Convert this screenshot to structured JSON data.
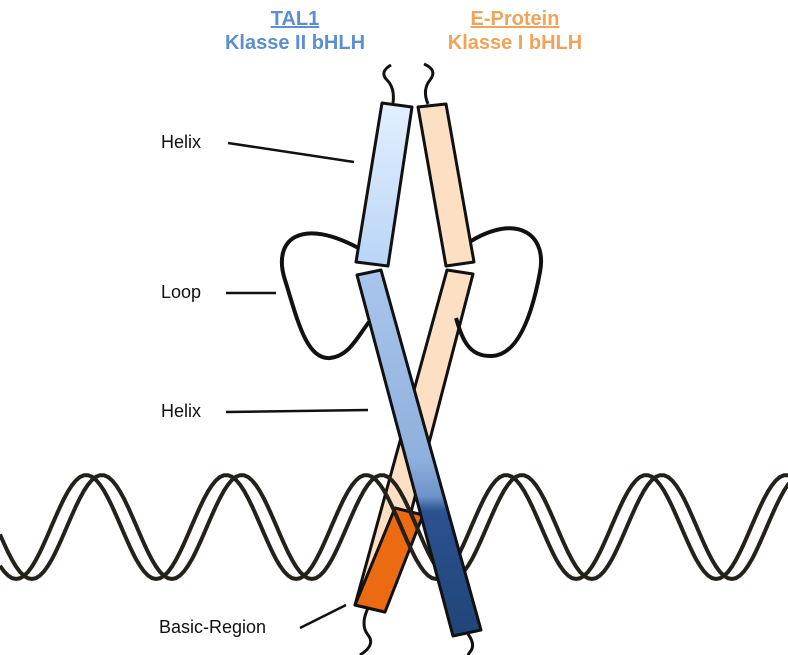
{
  "headings": {
    "tal1_name": "TAL1",
    "tal1_class": "Klasse II bHLH",
    "eprotein_name": "E-Protein",
    "eprotein_class": "Klasse I bHLH"
  },
  "labels": {
    "helix_top": "Helix",
    "loop": "Loop",
    "helix_bottom": "Helix",
    "basic_region": "Basic-Region"
  },
  "colors": {
    "tal1_heading": "#5b8fd0",
    "eprotein_heading": "#f2a35a",
    "tal1_light": "#cfe3fa",
    "tal1_mid": "#9fbfe6",
    "tal1_dark": "#21487f",
    "eprotein_light": "#fde0c4",
    "eprotein_basic": "#ec6b12",
    "dna": "#24211a",
    "outline": "#111111"
  }
}
